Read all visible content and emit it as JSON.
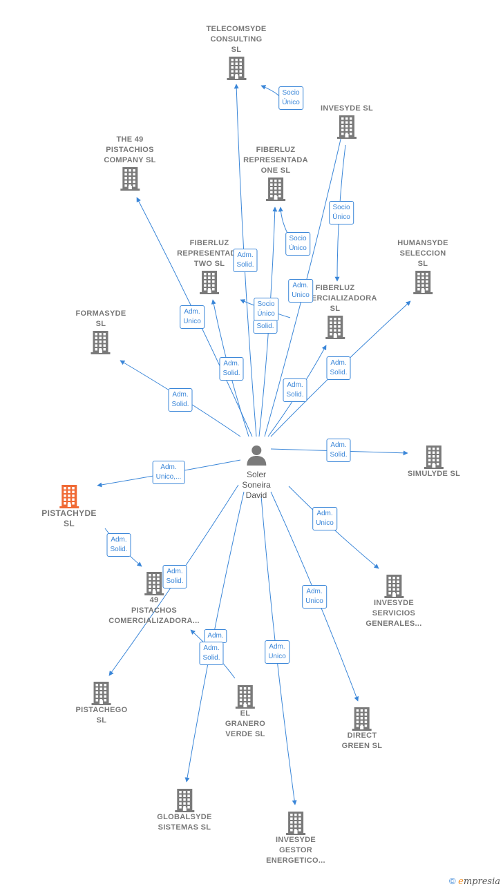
{
  "colors": {
    "edge": "#3a86d8",
    "building": "#7a7a7a",
    "highlight": "#f06a35",
    "text": "#777777"
  },
  "center": {
    "name": "Soler\nSoneira\nDavid",
    "icon": "person-icon"
  },
  "companies": [
    {
      "id": "telecomsyde",
      "name": "TELECOMSYDE\nCONSULTING\nSL",
      "icon": "building-icon"
    },
    {
      "id": "invesyde",
      "name": "INVESYDE SL",
      "icon": "building-icon"
    },
    {
      "id": "the49",
      "name": "THE 49\nPISTACHIOS\nCOMPANY SL",
      "icon": "building-icon"
    },
    {
      "id": "fiberluzone",
      "name": "FIBERLUZ\nREPRESENTADA\nONE SL",
      "icon": "building-icon"
    },
    {
      "id": "fiberluztwo",
      "name": "FIBERLUZ\nREPRESENTADA\nTWO SL",
      "icon": "building-icon"
    },
    {
      "id": "humansyde",
      "name": "HUMANSYDE\nSELECCION\nSL",
      "icon": "building-icon"
    },
    {
      "id": "fiberluzcom",
      "name": "FIBERLUZ\nCOMERCIALIZADORA\nSL",
      "icon": "building-icon"
    },
    {
      "id": "formasyde",
      "name": "FORMASYDE\nSL",
      "icon": "building-icon"
    },
    {
      "id": "simulyde",
      "name": "SIMULYDE SL",
      "icon": "building-icon"
    },
    {
      "id": "pistachyde",
      "name": "PISTACHYDE\nSL",
      "icon": "building-icon"
    },
    {
      "id": "p49",
      "name": "49\nPISTACHOS\nCOMERCIALIZADORA...",
      "icon": "building-icon"
    },
    {
      "id": "invesydeserv",
      "name": "INVESYDE\nSERVICIOS\nGENERALES...",
      "icon": "building-icon"
    },
    {
      "id": "pistachego",
      "name": "PISTACHEGO\nSL",
      "icon": "building-icon"
    },
    {
      "id": "elgranero",
      "name": "EL\nGRANERO\nVERDE SL",
      "icon": "building-icon"
    },
    {
      "id": "direct",
      "name": "DIRECT\nGREEN SL",
      "icon": "building-icon"
    },
    {
      "id": "globalsyde",
      "name": "GLOBALSYDE\nSISTEMAS SL",
      "icon": "building-icon"
    },
    {
      "id": "invesydegestor",
      "name": "INVESYDE\nGESTOR\nENERGETICO...",
      "icon": "building-icon"
    }
  ],
  "relations": [
    {
      "id": "r_telecom_invesyde",
      "label": "Socio\nÚnico"
    },
    {
      "id": "r_invesyde_fiberluzcom",
      "label": "Socio\nÚnico"
    },
    {
      "id": "r_center_telecom",
      "label": "Adm.\nSolid."
    },
    {
      "id": "r_fiberone",
      "label": "Socio\nÚnico"
    },
    {
      "id": "r_invesyde_center",
      "label": "Adm.\nUnico"
    },
    {
      "id": "r_fibertwo_socio",
      "label": "Socio\nÚnico"
    },
    {
      "id": "r_fiberone_solid",
      "label": "Solid."
    },
    {
      "id": "r_the49",
      "label": "Adm.\nUnico"
    },
    {
      "id": "r_fibertwo",
      "label": "Adm.\nSolid."
    },
    {
      "id": "r_fiberluzcom",
      "label": "Adm.\nSolid."
    },
    {
      "id": "r_humansyde",
      "label": "Adm.\nSolid."
    },
    {
      "id": "r_formasyde",
      "label": "Adm.\nSolid."
    },
    {
      "id": "r_simulyde",
      "label": "Adm.\nSolid."
    },
    {
      "id": "r_pistachyde",
      "label": "Adm.\nUnico,..."
    },
    {
      "id": "r_pistachyde_p49",
      "label": "Adm.\nSolid."
    },
    {
      "id": "r_pistachego",
      "label": "Adm.\nSolid."
    },
    {
      "id": "r_invesydeserv",
      "label": "Adm.\nUnico"
    },
    {
      "id": "r_elgranero_back",
      "label": "Adm."
    },
    {
      "id": "r_elgranero",
      "label": "Adm.\nSolid."
    },
    {
      "id": "r_direct",
      "label": "Adm.\nUnico"
    },
    {
      "id": "r_invesydegestor",
      "label": "Adm.\nUnico"
    }
  ],
  "brand": {
    "copyright": "©",
    "initial": "e",
    "text": "mpresia"
  }
}
